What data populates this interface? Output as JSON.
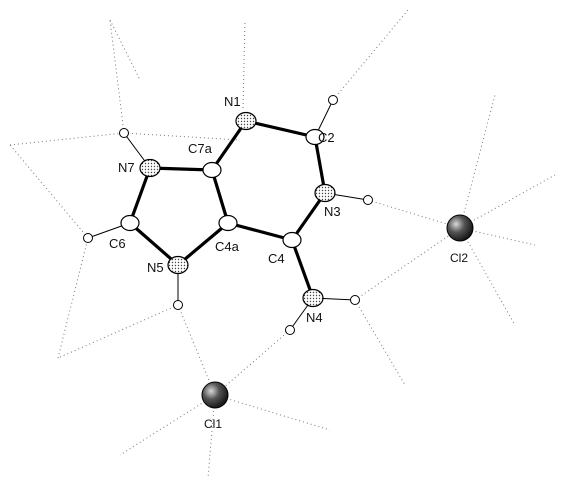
{
  "atom_labels": {
    "N1": "N1",
    "C2": "C2",
    "N3": "N3",
    "C4": "C4",
    "N4": "N4",
    "C4a": "C4a",
    "N5": "N5",
    "C6": "C6",
    "N7": "N7",
    "C7a": "C7a",
    "Cl1": "Cl1",
    "Cl2": "Cl2"
  },
  "colors": {
    "bond": "#000000",
    "hbond_line": "#777777",
    "background": "#ffffff"
  }
}
